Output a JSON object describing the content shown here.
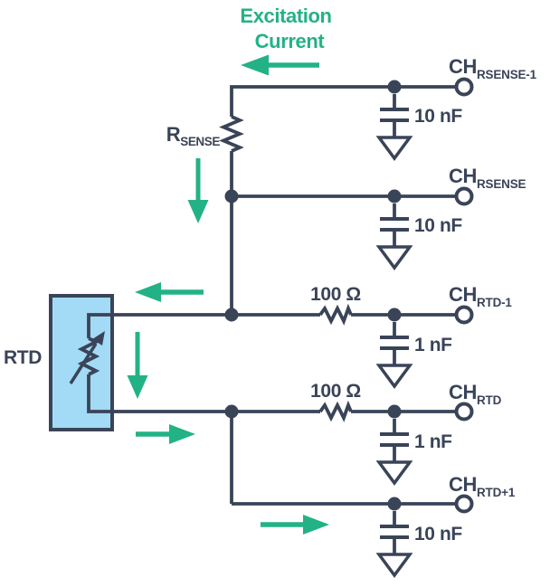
{
  "colors": {
    "wire": "#3A4458",
    "accent": "#23B286",
    "rtd_fill": "#A3DAF5"
  },
  "header": {
    "excitation_line1": "Excitation",
    "excitation_line2": "Current"
  },
  "components": {
    "rtd_label": "RTD",
    "rsense_main": "R",
    "rsense_sub": "SENSE"
  },
  "channels": [
    {
      "main": "CH",
      "sub": "RSENSE-1",
      "cap": "10 nF"
    },
    {
      "main": "CH",
      "sub": "RSENSE",
      "cap": "10 nF"
    },
    {
      "main": "CH",
      "sub": "RTD-1",
      "cap": "1 nF",
      "series_resistor": "100 Ω"
    },
    {
      "main": "CH",
      "sub": "RTD",
      "cap": "1 nF",
      "series_resistor": "100 Ω"
    },
    {
      "main": "CH",
      "sub": "RTD+1",
      "cap": "10 nF"
    }
  ]
}
